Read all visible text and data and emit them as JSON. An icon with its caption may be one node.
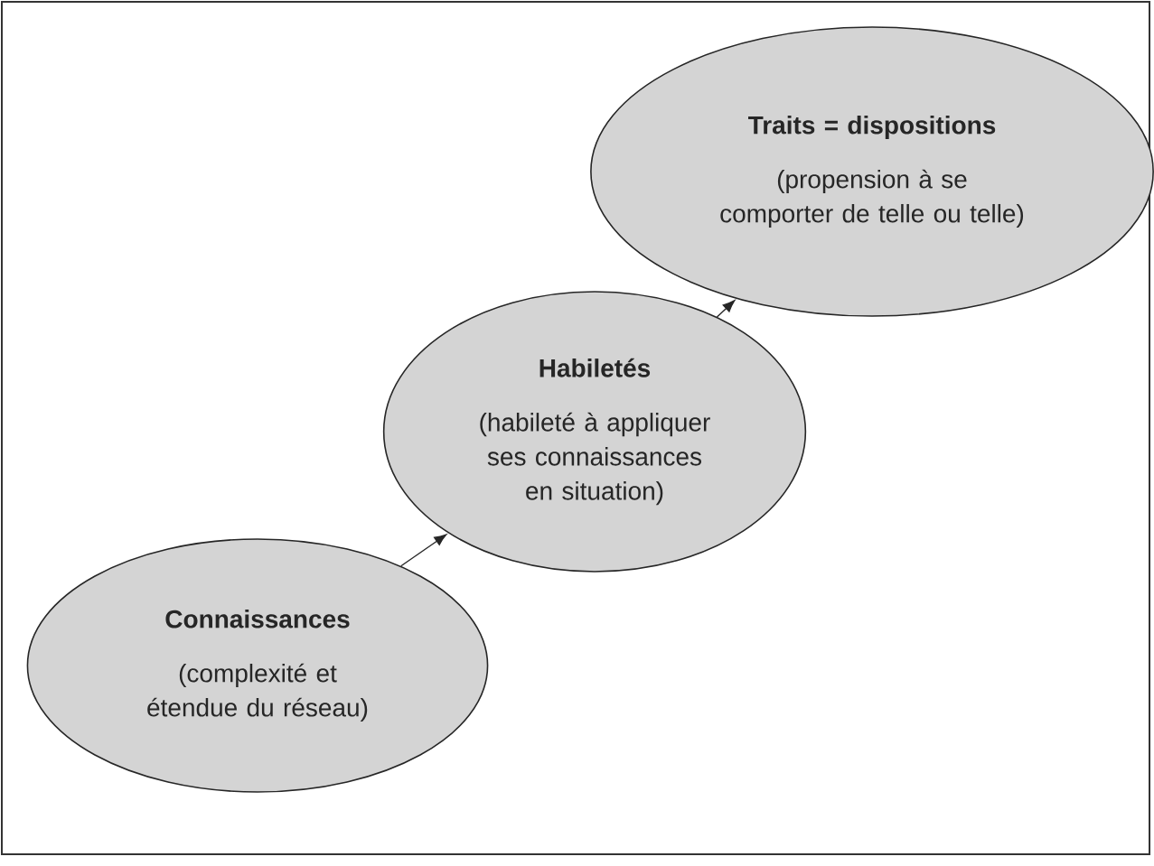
{
  "diagram": {
    "nodes": [
      {
        "text": [
          "Connaissances",
          "(complexité et étendue du réseau)"
        ]
      },
      {
        "text": [
          "Habiletés",
          "(habileté à appliquer ses connaissances en situation)"
        ]
      },
      {
        "text": [
          "Traits = dispositions",
          "(propension à se comporter de telle ou telle)"
        ]
      }
    ],
    "edges": [
      {
        "from": 0,
        "to": 1,
        "arrow": "to"
      },
      {
        "from": 1,
        "to": 2,
        "arrow": "to"
      }
    ]
  }
}
